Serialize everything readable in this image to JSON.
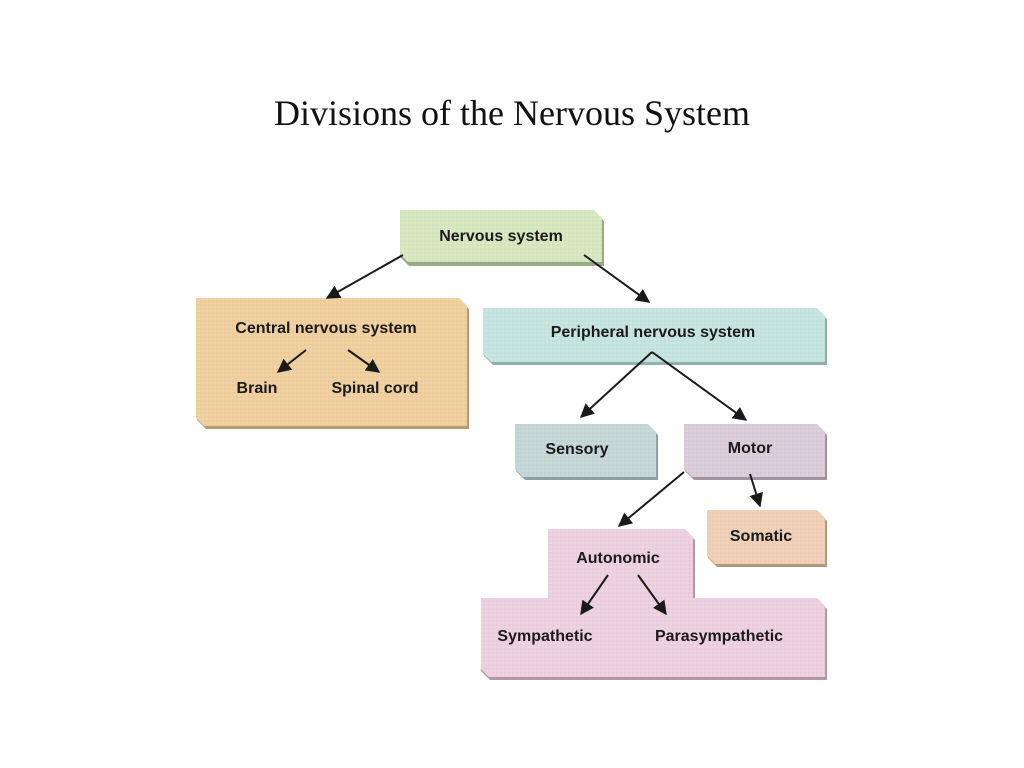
{
  "title": "Divisions of the Nervous System",
  "nodes": {
    "nervous_system": "Nervous system",
    "cns": "Central nervous system",
    "brain": "Brain",
    "spinal_cord": "Spinal cord",
    "pns": "Peripheral nervous system",
    "sensory": "Sensory",
    "motor": "Motor",
    "somatic": "Somatic",
    "autonomic": "Autonomic",
    "sympathetic": "Sympathetic",
    "parasympathetic": "Parasympathetic"
  },
  "colors": {
    "nervous_system": "#d6e7c0",
    "cns": "#efcf9e",
    "pns": "#c6e4df",
    "sensory": "#c5d6d6",
    "motor": "#d9ccd8",
    "somatic": "#efcfb5",
    "autonomic": "#ecd0df",
    "arrow": "#1a1a1a"
  }
}
